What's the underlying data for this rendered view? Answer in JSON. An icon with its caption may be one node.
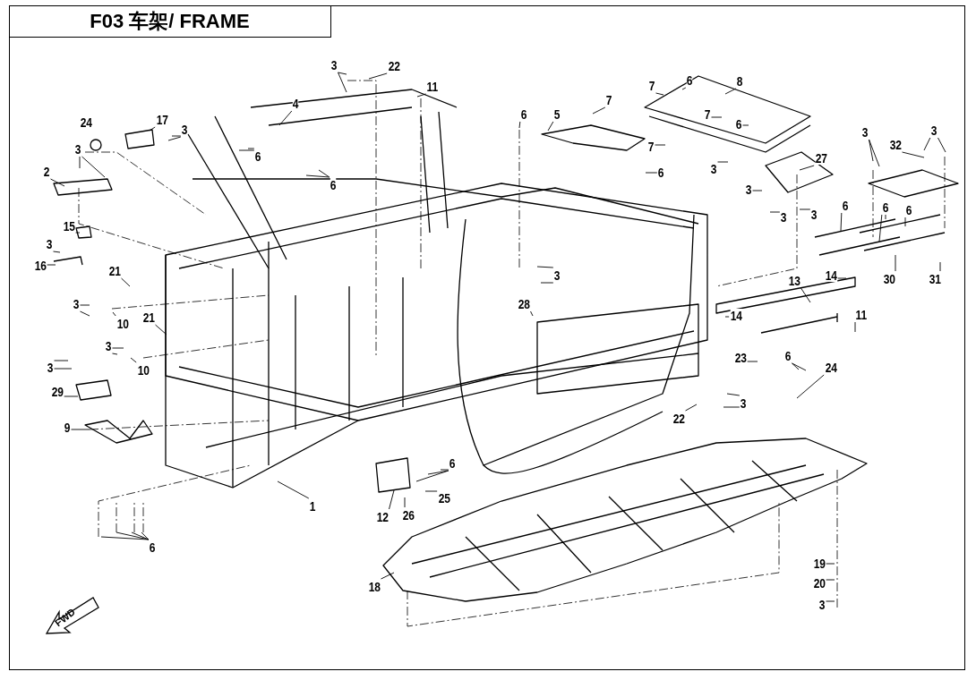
{
  "diagram": {
    "title": "F03 车架/ FRAME",
    "nodes": [
      {
        "text": [
          "3"
        ]
      },
      {
        "text": [
          "22"
        ]
      },
      {
        "text": [
          "11"
        ]
      },
      {
        "text": [
          "4"
        ]
      },
      {
        "text": [
          "7"
        ]
      },
      {
        "text": [
          "6"
        ]
      },
      {
        "text": [
          "8"
        ]
      },
      {
        "text": [
          "6"
        ]
      },
      {
        "text": [
          "5"
        ]
      },
      {
        "text": [
          "7"
        ]
      },
      {
        "text": [
          "17"
        ]
      },
      {
        "text": [
          "3"
        ]
      },
      {
        "text": [
          "7"
        ]
      },
      {
        "text": [
          "6"
        ]
      },
      {
        "text": [
          "3"
        ]
      },
      {
        "text": [
          "3"
        ]
      },
      {
        "text": [
          "3"
        ]
      },
      {
        "text": [
          "7"
        ]
      },
      {
        "text": [
          "6"
        ]
      },
      {
        "text": [
          "6"
        ]
      },
      {
        "text": [
          "32"
        ]
      },
      {
        "text": [
          "27"
        ]
      },
      {
        "text": [
          "6"
        ]
      },
      {
        "text": [
          "3"
        ]
      },
      {
        "text": [
          "2"
        ]
      },
      {
        "text": [
          "3"
        ]
      },
      {
        "text": [
          "3"
        ]
      },
      {
        "text": [
          "3"
        ]
      },
      {
        "text": [
          "6"
        ]
      },
      {
        "text": [
          "6"
        ]
      },
      {
        "text": [
          "6"
        ]
      },
      {
        "text": [
          "15"
        ]
      },
      {
        "text": [
          "3"
        ]
      },
      {
        "text": [
          "3"
        ]
      },
      {
        "text": [
          "16"
        ]
      },
      {
        "text": [
          "30"
        ]
      },
      {
        "text": [
          "31"
        ]
      },
      {
        "text": [
          "21"
        ]
      },
      {
        "text": [
          "13"
        ]
      },
      {
        "text": [
          "14"
        ]
      },
      {
        "text": [
          "28"
        ]
      },
      {
        "text": [
          "3"
        ]
      },
      {
        "text": [
          "21"
        ]
      },
      {
        "text": [
          "14"
        ]
      },
      {
        "text": [
          "11"
        ]
      },
      {
        "text": [
          "10"
        ]
      },
      {
        "text": [
          "3"
        ]
      },
      {
        "text": [
          "23"
        ]
      },
      {
        "text": [
          "6"
        ]
      },
      {
        "text": [
          "10"
        ]
      },
      {
        "text": [
          "3"
        ]
      },
      {
        "text": [
          "24"
        ]
      },
      {
        "text": [
          "3"
        ]
      },
      {
        "text": [
          "22"
        ]
      },
      {
        "text": [
          "29"
        ]
      },
      {
        "text": [
          "9"
        ]
      },
      {
        "text": [
          "6"
        ]
      },
      {
        "text": [
          "25"
        ]
      },
      {
        "text": [
          "1"
        ]
      },
      {
        "text": [
          "12"
        ]
      },
      {
        "text": [
          "26"
        ]
      },
      {
        "text": [
          "6"
        ]
      },
      {
        "text": [
          "18"
        ]
      },
      {
        "text": [
          "19"
        ]
      },
      {
        "text": [
          "20"
        ]
      },
      {
        "text": [
          "3"
        ]
      }
    ],
    "edges": [
      {
        "from": 0,
        "to": null,
        "arrow": "none"
      },
      {
        "from": 0,
        "to": null,
        "arrow": "none"
      },
      {
        "from": 1,
        "to": null,
        "arrow": "none"
      },
      {
        "from": 2,
        "to": null,
        "arrow": "none"
      },
      {
        "from": 3,
        "to": null,
        "arrow": "none"
      },
      {
        "from": 4,
        "to": null,
        "arrow": "none"
      },
      {
        "from": 5,
        "to": null,
        "arrow": "none"
      },
      {
        "from": 6,
        "to": null,
        "arrow": "none"
      },
      {
        "from": 7,
        "to": null,
        "arrow": "none"
      },
      {
        "from": 8,
        "to": null,
        "arrow": "none"
      },
      {
        "from": 9,
        "to": null,
        "arrow": "none"
      },
      {
        "from": 10,
        "to": null,
        "arrow": "none"
      },
      {
        "from": 11,
        "to": null,
        "arrow": "none"
      },
      {
        "from": 11,
        "to": null,
        "arrow": "none"
      },
      {
        "from": 12,
        "to": null,
        "arrow": "none"
      },
      {
        "from": 13,
        "to": null,
        "arrow": "none"
      },
      {
        "from": 14,
        "to": null,
        "arrow": "none"
      },
      {
        "from": 14,
        "to": null,
        "arrow": "none"
      },
      {
        "from": 15,
        "to": null,
        "arrow": "none"
      },
      {
        "from": 15,
        "to": null,
        "arrow": "none"
      },
      {
        "from": 16,
        "to": null,
        "arrow": "none"
      },
      {
        "from": 16,
        "to": null,
        "arrow": "none"
      },
      {
        "from": 17,
        "to": null,
        "arrow": "none"
      },
      {
        "from": 18,
        "to": null,
        "arrow": "none"
      },
      {
        "from": 19,
        "to": null,
        "arrow": "none"
      },
      {
        "from": 19,
        "to": null,
        "arrow": "none"
      },
      {
        "from": 20,
        "to": null,
        "arrow": "none"
      },
      {
        "from": 21,
        "to": null,
        "arrow": "none"
      },
      {
        "from": 22,
        "to": null,
        "arrow": "none"
      },
      {
        "from": 22,
        "to": null,
        "arrow": "none"
      },
      {
        "from": 23,
        "to": null,
        "arrow": "none"
      },
      {
        "from": 24,
        "to": null,
        "arrow": "none"
      },
      {
        "from": 25,
        "to": null,
        "arrow": "none"
      },
      {
        "from": 26,
        "to": null,
        "arrow": "none"
      },
      {
        "from": 27,
        "to": null,
        "arrow": "none"
      },
      {
        "from": 28,
        "to": null,
        "arrow": "none"
      },
      {
        "from": 29,
        "to": null,
        "arrow": "none"
      },
      {
        "from": 29,
        "to": null,
        "arrow": "none"
      },
      {
        "from": 30,
        "to": null,
        "arrow": "none"
      },
      {
        "from": 31,
        "to": null,
        "arrow": "none"
      },
      {
        "from": 32,
        "to": null,
        "arrow": "none"
      },
      {
        "from": 32,
        "to": null,
        "arrow": "none"
      },
      {
        "from": 33,
        "to": null,
        "arrow": "none"
      },
      {
        "from": 34,
        "to": null,
        "arrow": "none"
      },
      {
        "from": 35,
        "to": null,
        "arrow": "none"
      },
      {
        "from": 36,
        "to": null,
        "arrow": "none"
      },
      {
        "from": 37,
        "to": null,
        "arrow": "none"
      },
      {
        "from": 38,
        "to": null,
        "arrow": "none"
      },
      {
        "from": 39,
        "to": null,
        "arrow": "none"
      },
      {
        "from": 40,
        "to": null,
        "arrow": "none"
      },
      {
        "from": 41,
        "to": null,
        "arrow": "none"
      },
      {
        "from": 41,
        "to": null,
        "arrow": "none"
      },
      {
        "from": 42,
        "to": null,
        "arrow": "none"
      },
      {
        "from": 43,
        "to": null,
        "arrow": "none"
      },
      {
        "from": 44,
        "to": null,
        "arrow": "none"
      },
      {
        "from": 45,
        "to": null,
        "arrow": "none"
      },
      {
        "from": 46,
        "to": null,
        "arrow": "none"
      },
      {
        "from": 46,
        "to": null,
        "arrow": "none"
      },
      {
        "from": 47,
        "to": null,
        "arrow": "none"
      },
      {
        "from": 48,
        "to": null,
        "arrow": "none"
      },
      {
        "from": 48,
        "to": null,
        "arrow": "none"
      },
      {
        "from": 49,
        "to": null,
        "arrow": "none"
      },
      {
        "from": 50,
        "to": null,
        "arrow": "none"
      },
      {
        "from": 50,
        "to": null,
        "arrow": "none"
      },
      {
        "from": 51,
        "to": null,
        "arrow": "none"
      },
      {
        "from": 52,
        "to": null,
        "arrow": "none"
      },
      {
        "from": 52,
        "to": null,
        "arrow": "none"
      },
      {
        "from": 53,
        "to": null,
        "arrow": "none"
      },
      {
        "from": 54,
        "to": null,
        "arrow": "none"
      },
      {
        "from": 55,
        "to": null,
        "arrow": "none"
      },
      {
        "from": 56,
        "to": null,
        "arrow": "none"
      },
      {
        "from": 56,
        "to": null,
        "arrow": "none"
      },
      {
        "from": 56,
        "to": null,
        "arrow": "none"
      },
      {
        "from": 57,
        "to": null,
        "arrow": "none"
      },
      {
        "from": 58,
        "to": null,
        "arrow": "none"
      },
      {
        "from": 59,
        "to": null,
        "arrow": "none"
      },
      {
        "from": 60,
        "to": null,
        "arrow": "none"
      },
      {
        "from": 61,
        "to": null,
        "arrow": "none"
      },
      {
        "from": 61,
        "to": null,
        "arrow": "none"
      },
      {
        "from": 61,
        "to": null,
        "arrow": "none"
      },
      {
        "from": 61,
        "to": null,
        "arrow": "none"
      },
      {
        "from": 62,
        "to": null,
        "arrow": "none"
      },
      {
        "from": 63,
        "to": null,
        "arrow": "none"
      },
      {
        "from": 64,
        "to": null,
        "arrow": "none"
      },
      {
        "from": 65,
        "to": null,
        "arrow": "none"
      }
    ],
    "labels": [
      "24",
      "FWD"
    ]
  }
}
